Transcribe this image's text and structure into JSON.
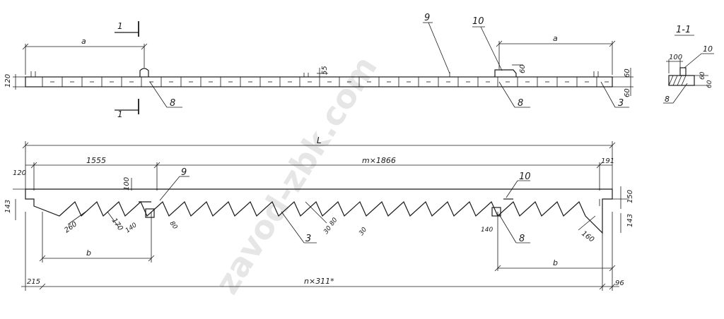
{
  "watermark": "zavod-zbk.com",
  "section_title": "1-1",
  "top_view": {
    "dim_a_left": "a",
    "dim_a_right": "a",
    "cut_label_top": "1",
    "cut_label_bottom": "1",
    "dim_120": "120",
    "dim_55": "55",
    "dim_60_a": "60",
    "dim_60_b": "60",
    "dim_60_c": "60",
    "callout_9": "9",
    "callout_10": "10",
    "callout_8_left": "8",
    "callout_8_right": "8",
    "callout_3": "3"
  },
  "section_view": {
    "dim_100": "100",
    "dim_60_a": "60",
    "dim_60_b": "60",
    "callout_10": "10",
    "callout_8": "8"
  },
  "elevation": {
    "dim_L": "L",
    "dim_1555": "1555",
    "dim_m": "m×1866",
    "dim_191": "191",
    "dim_120": "120",
    "dim_100": "100",
    "dim_143_left": "143",
    "dim_143_right": "143",
    "dim_150": "150",
    "dim_260": "260",
    "dim_170": "170",
    "dim_140_left": "140",
    "dim_140_right": "140",
    "dim_80_a": "80",
    "dim_30_80": "30 80",
    "dim_30": "30",
    "dim_160": "160",
    "dim_b_left": "b",
    "dim_b_right": "b",
    "dim_215": "215",
    "dim_n": "n×311*",
    "dim_96": "96",
    "callout_9": "9",
    "callout_10": "10",
    "callout_3": "3",
    "callout_8": "8"
  }
}
